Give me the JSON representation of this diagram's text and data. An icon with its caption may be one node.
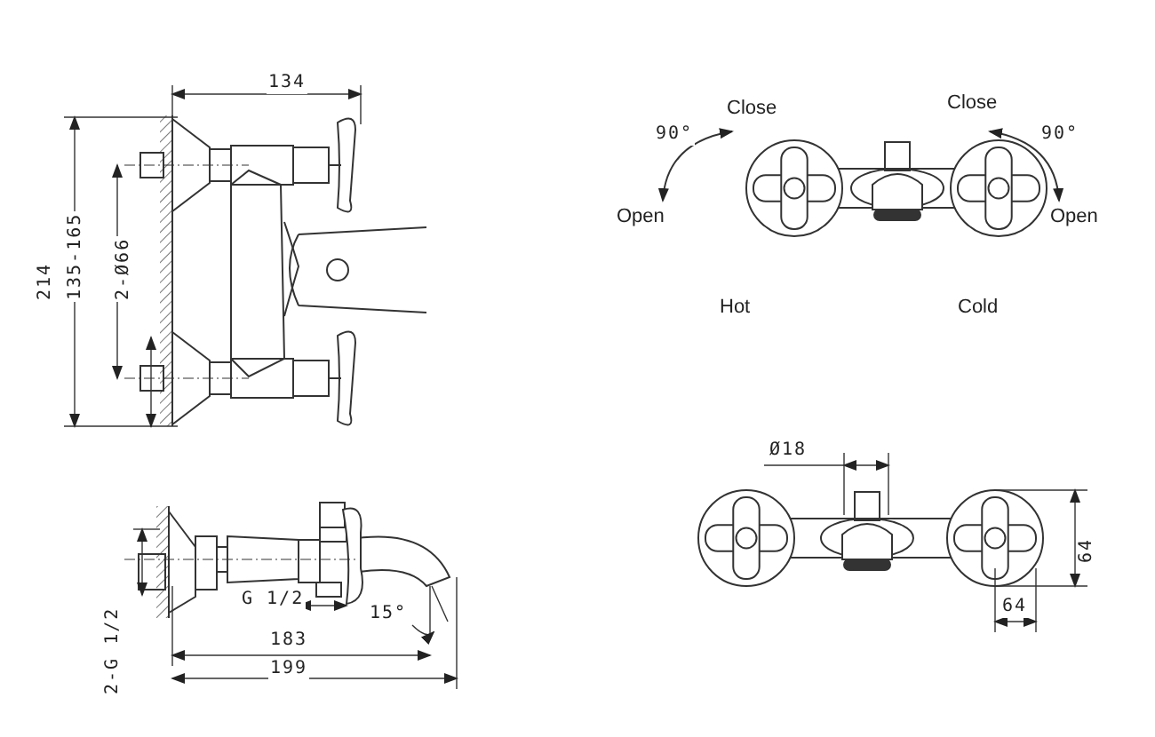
{
  "diagram": {
    "labels": [
      "134",
      "Close",
      "Close",
      "90°",
      "90°",
      "Open",
      "Open",
      "214",
      "135-165",
      "2-Ø66",
      "Hot",
      "Cold",
      "Ø18",
      "64",
      "G 1/2",
      "15°",
      "183",
      "64",
      "199",
      "2-G 1/2"
    ]
  }
}
